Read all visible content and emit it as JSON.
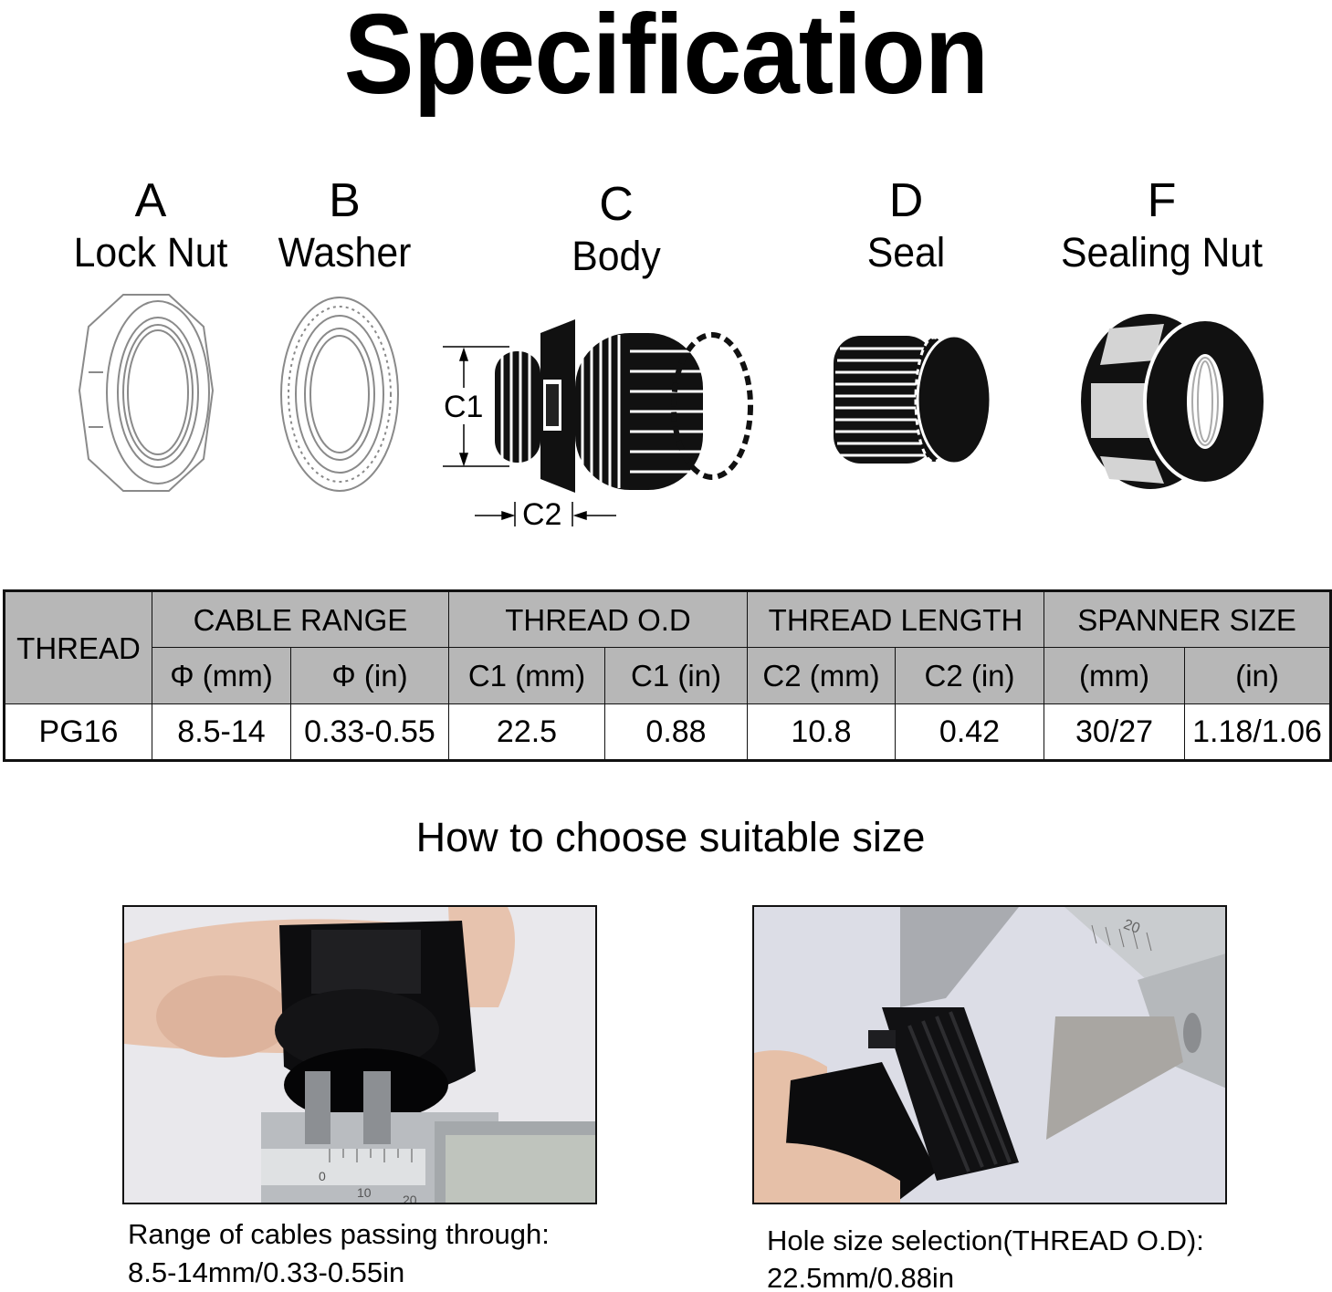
{
  "title": "Specification",
  "parts": [
    {
      "letter": "A",
      "name": "Lock Nut"
    },
    {
      "letter": "B",
      "name": "Washer"
    },
    {
      "letter": "C",
      "name": "Body"
    },
    {
      "letter": "D",
      "name": "Seal"
    },
    {
      "letter": "F",
      "name": "Sealing Nut"
    }
  ],
  "diagram": {
    "dimension_labels": {
      "c1": "C1",
      "c2": "C2"
    }
  },
  "table": {
    "groups": {
      "thread": "THREAD",
      "cable_range": "CABLE RANGE",
      "thread_od": "THREAD O.D",
      "thread_length": "THREAD LENGTH",
      "spanner_size": "SPANNER SIZE"
    },
    "subheaders": [
      "Φ (mm)",
      "Φ (in)",
      "C1 (mm)",
      "C1 (in)",
      "C2 (mm)",
      "C2 (in)",
      "(mm)",
      "(in)"
    ],
    "rows": [
      [
        "PG16",
        "8.5-14",
        "0.33-0.55",
        "22.5",
        "0.88",
        "10.8",
        "0.42",
        "30/27",
        "1.18/1.06"
      ]
    ],
    "colors": {
      "header_bg": "#b7b7b7",
      "border": "#111111"
    }
  },
  "subtitle": "How to choose suitable size",
  "photos": [
    {
      "caption_line1": "Range of cables passing through:",
      "caption_line2": "8.5-14mm/0.33-0.55in",
      "scale_labels": [
        "0",
        "10",
        "20"
      ]
    },
    {
      "caption_line1": "Hole size selection(THREAD O.D):",
      "caption_line2": "22.5mm/0.88in",
      "scale_labels": [
        "20"
      ]
    }
  ]
}
